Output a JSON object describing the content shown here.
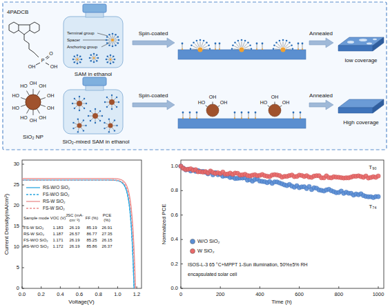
{
  "diagram": {
    "nodes": [
      {
        "text": [
          "SAM in ethanol"
        ]
      },
      {
        "text": [
          "low coverage"
        ]
      },
      {
        "text": [
          "SiO₂-mixed SAM in ethanol"
        ]
      },
      {
        "text": [
          "High coverage"
        ]
      }
    ],
    "labels": [
      "4PADCB",
      "O",
      "P",
      "OH",
      "OH",
      "Terminal group",
      "Spacer",
      "Anchoring group",
      "Spin-coated",
      "Annealed",
      "HO",
      "OH",
      "OH",
      "OH",
      "OH",
      "OH",
      "OH",
      "HO",
      "HO",
      "HO",
      "SiO₂ NP",
      "Spin-coated",
      "Annealed",
      "HO",
      "OH",
      "OH",
      "HO",
      "OH",
      "OH",
      "0",
      "5",
      "10",
      "15",
      "20",
      "25",
      "30",
      "0.0",
      "0.2",
      "0.4",
      "0.6",
      "0.8",
      "1.0",
      "1.2",
      "Current Density(mA/cm²)",
      "Voltage(V)",
      "Sample mode",
      "VOC (V)",
      "JSC (mA· cm⁻²)",
      "FF (%)",
      "PCE (%)",
      "FS-W SiO₂",
      "1.183",
      "26.19",
      "85.19",
      "26.91",
      "RS-W SiO₂",
      "1.187",
      "26.57",
      "86.77",
      "27.35",
      "FS-W/O SiO₂",
      "1.171",
      "26.19",
      "85.25",
      "26.15",
      "RS-W/O SiO₂",
      "1.172",
      "26.19",
      "85.86",
      "26.37",
      "0.0",
      "0.2",
      "0.4",
      "0.6",
      "0.8",
      "1.0",
      "0",
      "200",
      "400",
      "600",
      "800",
      "1000",
      "Normalized PCE",
      "Time (h)",
      "T₉₀",
      "T₇₄",
      "ISOS-L-3 65 °C+MPPT 1-Sun illumination, 50%±5% RH",
      "encapsulated solar cell"
    ],
    "legend": [
      {
        "text": "RS-W/O SiO₂"
      },
      {
        "text": "FS-W/O SiO₂"
      },
      {
        "text": "RS-W SiO₂"
      },
      {
        "text": "FS-W SiO₂"
      },
      {
        "text": "W/O SiO₂",
        "color": "#5b8fd6"
      },
      {
        "text": "W SiO₂",
        "color": "#e86a6a"
      }
    ]
  }
}
